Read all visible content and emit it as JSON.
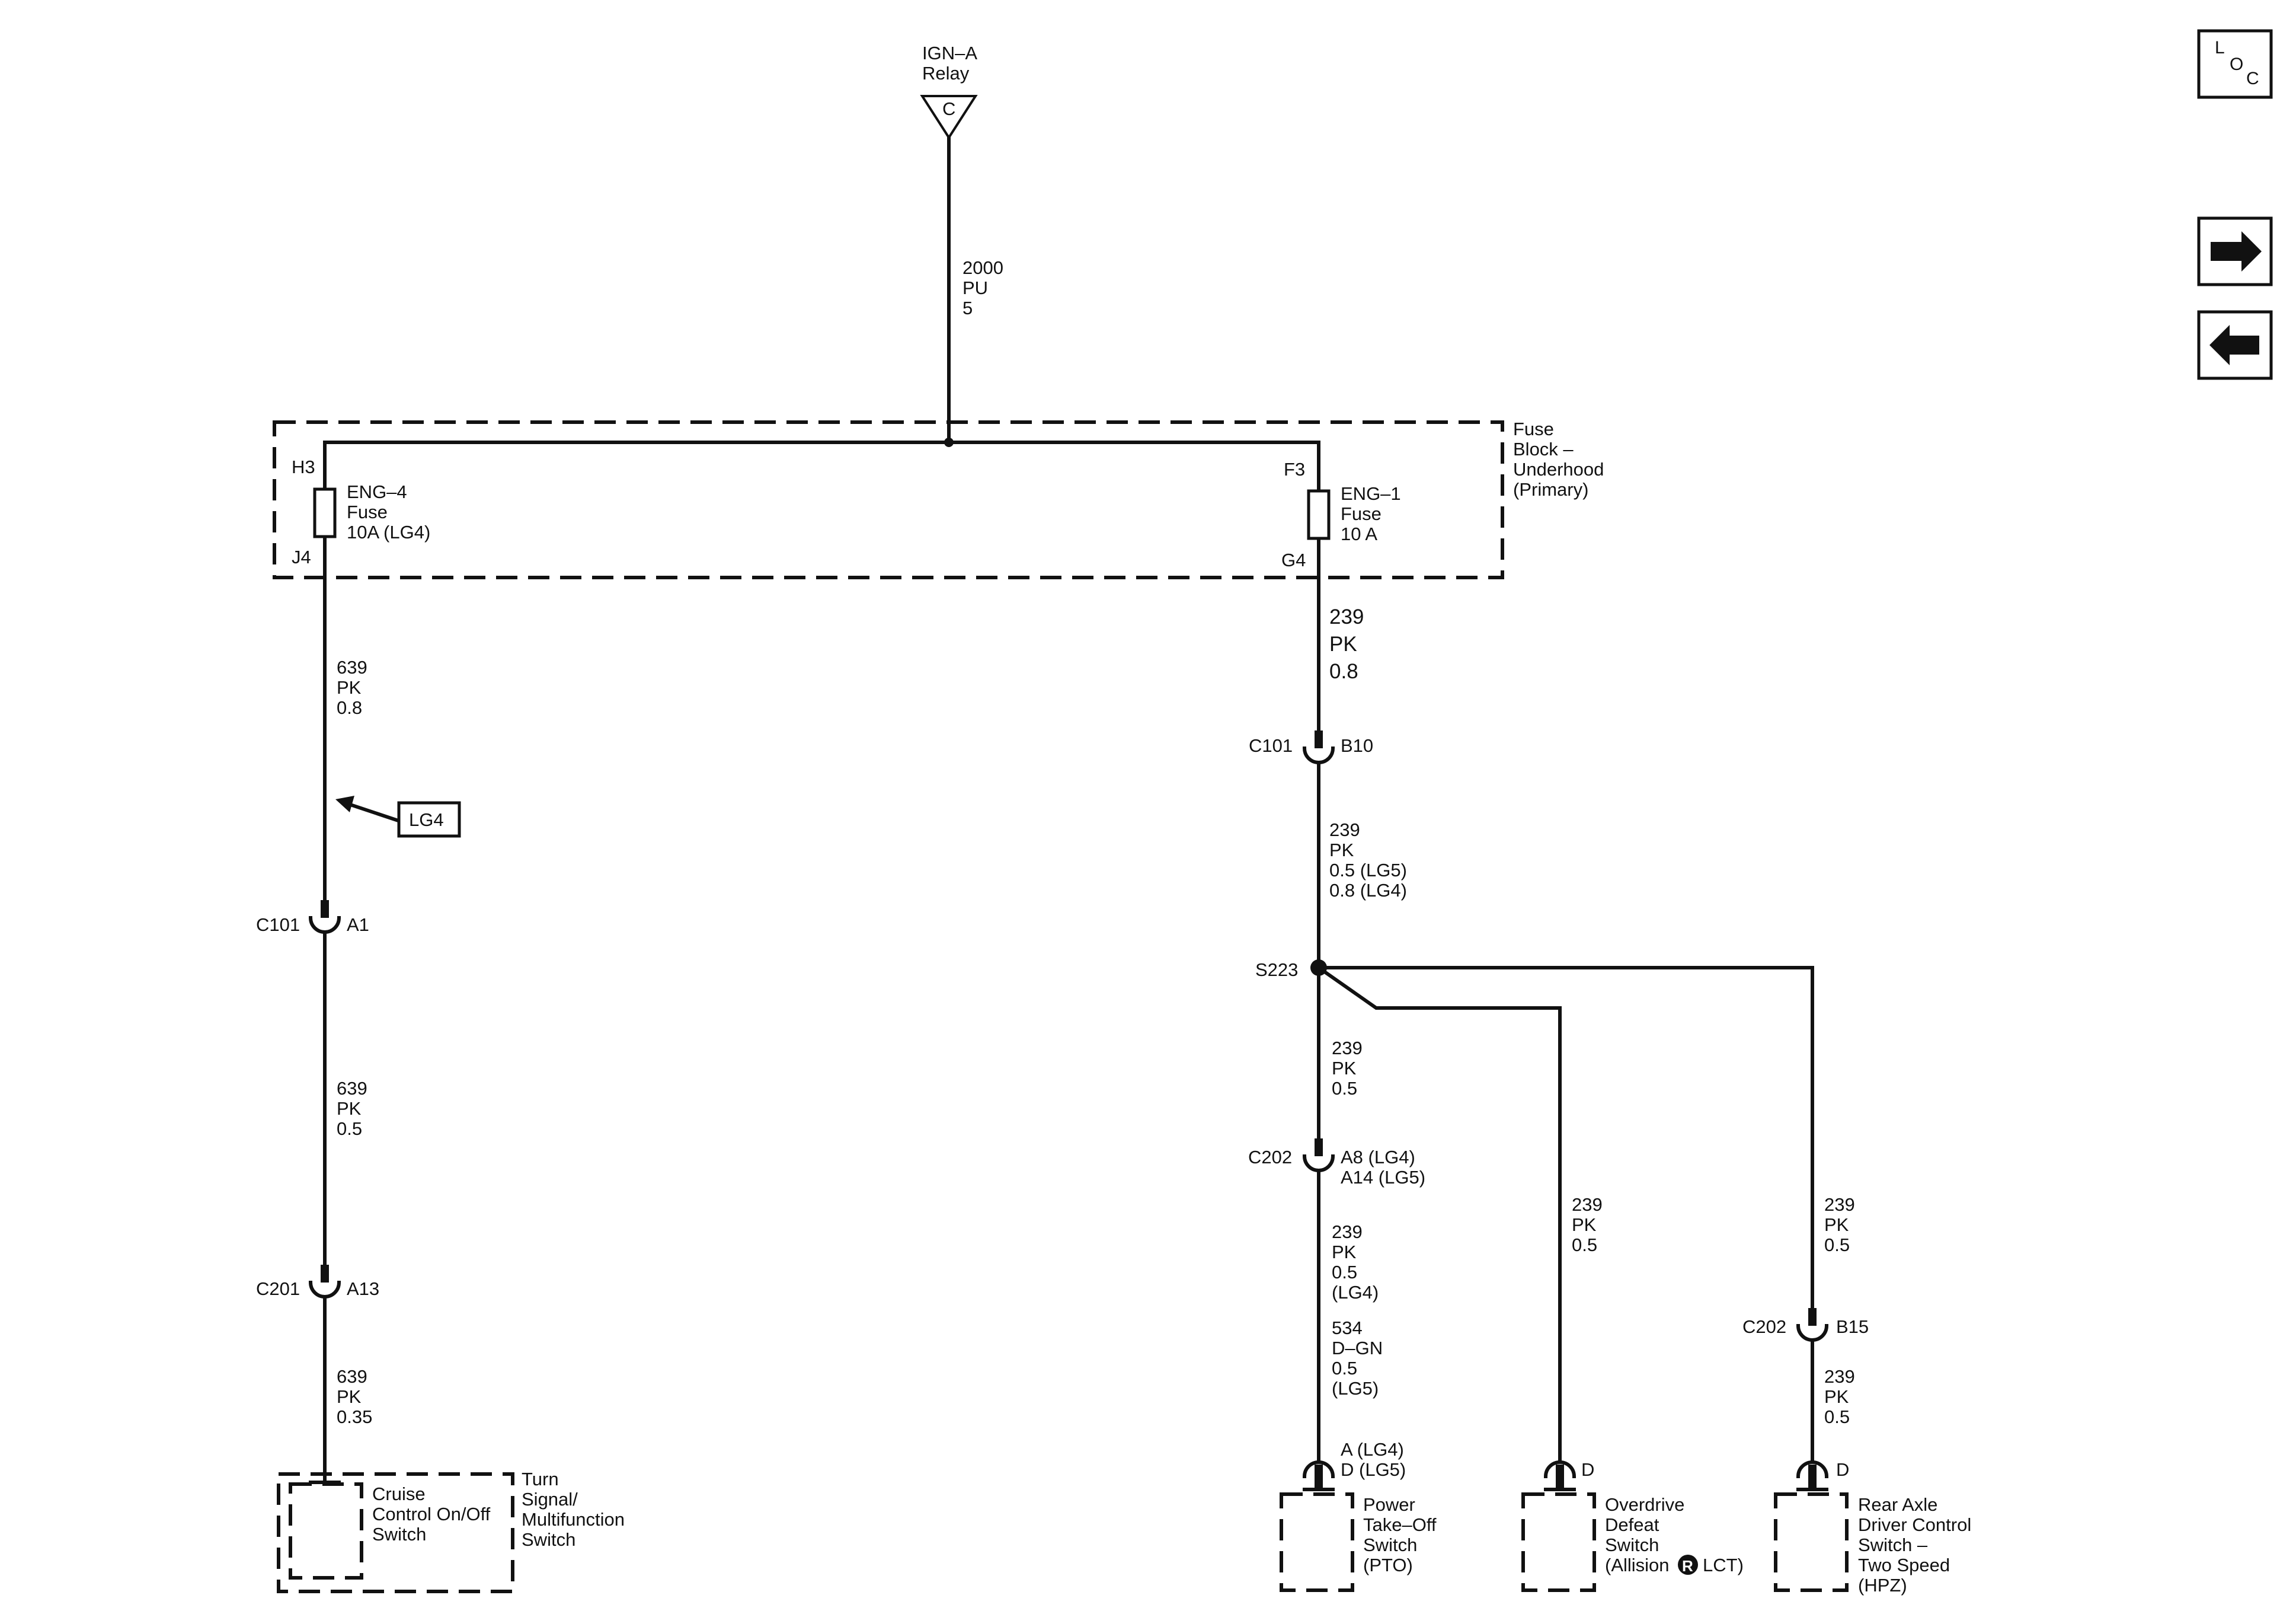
{
  "source": {
    "line1": "IGN–A",
    "line2": "Relay",
    "connector": "C",
    "wire": [
      "2000",
      "PU",
      "5"
    ]
  },
  "fuse_block": {
    "label": [
      "Fuse",
      "Block –",
      "Underhood",
      "(Primary)"
    ],
    "fuse_left": {
      "top_pin": "H3",
      "bottom_pin": "J4",
      "label": [
        "ENG–4",
        "Fuse",
        "10A (LG4)"
      ]
    },
    "fuse_right": {
      "top_pin": "F3",
      "bottom_pin": "G4",
      "label": [
        "ENG–1",
        "Fuse",
        "10 A"
      ]
    }
  },
  "left_branch": {
    "wire1": [
      "639",
      "PK",
      "0.8"
    ],
    "callout": "LG4",
    "conn1": {
      "name": "C101",
      "pin": "A1"
    },
    "wire2": [
      "639",
      "PK",
      "0.5"
    ],
    "conn2": {
      "name": "C201",
      "pin": "A13"
    },
    "wire3": [
      "639",
      "PK",
      "0.35"
    ],
    "device_inner": [
      "Cruise",
      "Control On/Off",
      "Switch"
    ],
    "device_outer": [
      "Turn",
      "Signal/",
      "Multifunction",
      "Switch"
    ]
  },
  "right_branch": {
    "wire1": [
      "239",
      "PK",
      "0.8"
    ],
    "conn1": {
      "name": "C101",
      "pin": "B10"
    },
    "wire2": [
      "239",
      "PK",
      "0.5 (LG5)",
      "0.8 (LG4)"
    ],
    "splice": "S223",
    "pto": {
      "wire_a": [
        "239",
        "PK",
        "0.5"
      ],
      "conn": {
        "name": "C202",
        "pin1": "A8 (LG4)",
        "pin2": "A14 (LG5)"
      },
      "wire_b": [
        "239",
        "PK",
        "0.5",
        "(LG4)"
      ],
      "wire_c": [
        "534",
        "D–GN",
        "0.5",
        "(LG5)"
      ],
      "pins": [
        "A (LG4)",
        "D (LG5)"
      ],
      "device": [
        "Power",
        "Take–Off",
        "Switch",
        "(PTO)"
      ]
    },
    "overdrive": {
      "wire": [
        "239",
        "PK",
        "0.5"
      ],
      "pin": "D",
      "device": [
        "Overdrive",
        "Defeat",
        "Switch"
      ],
      "device_last_pre": "(Allision",
      "registered": "R",
      "device_last_post": "LCT)"
    },
    "rear_axle": {
      "wire_a": [
        "239",
        "PK",
        "0.5"
      ],
      "conn": {
        "name": "C202",
        "pin": "B15"
      },
      "wire_b": [
        "239",
        "PK",
        "0.5"
      ],
      "pin": "D",
      "device": [
        "Rear Axle",
        "Driver Control",
        "Switch –",
        "Two Speed",
        "(HPZ)"
      ]
    }
  },
  "nav": {
    "loc_letters": [
      "L",
      "O",
      "C"
    ],
    "next_label": "next-page",
    "prev_label": "previous-page"
  }
}
